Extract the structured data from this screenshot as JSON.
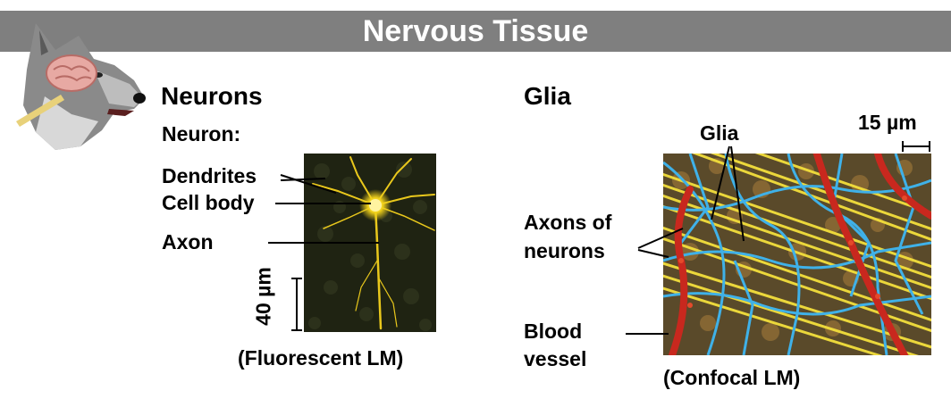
{
  "title": "Nervous Tissue",
  "neurons": {
    "heading": "Neurons",
    "subheading": "Neuron:",
    "labels": {
      "dendrites": "Dendrites",
      "cell_body": "Cell body",
      "axon": "Axon"
    },
    "scale": "40 µm",
    "caption": "(Fluorescent LM)"
  },
  "glia": {
    "heading": "Glia",
    "labels": {
      "glia": "Glia",
      "axons_line1": "Axons of",
      "axons_line2": "neurons",
      "blood_line1": "Blood",
      "blood_line2": "vessel"
    },
    "scale": "15 µm",
    "caption": "(Confocal LM)"
  },
  "colors": {
    "banner": "#7f7f7f",
    "neuron_glow": "#f2d21b",
    "glia_blue": "#3fb1e8",
    "axon_yellow": "#f3df3c",
    "vessel_red": "#c8281e"
  }
}
